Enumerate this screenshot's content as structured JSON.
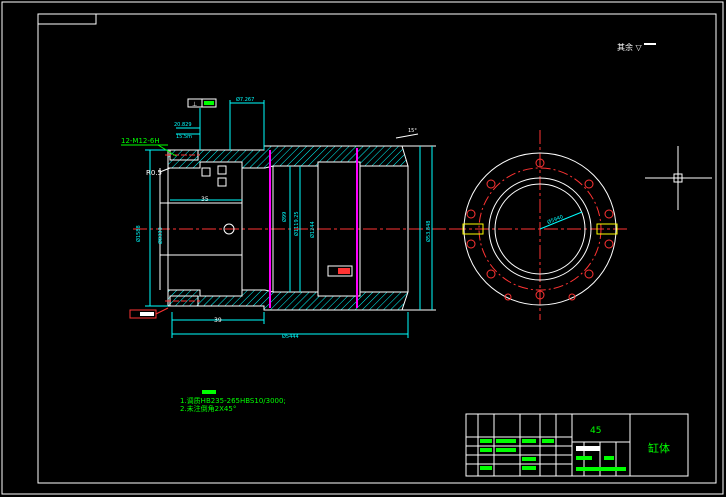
{
  "drawing": {
    "top_right_note": "其余 ▽",
    "thread_label": "12-M12-6H",
    "radius_label": "R0.5",
    "dim_bottom_inner": "39",
    "dim_inner_short": "35",
    "tech_notes": [
      "1.调质HB235-265HBS10/3000;",
      "2.未注倒角2X45°"
    ],
    "title_block": {
      "material": "45",
      "part_name": "缸体"
    }
  }
}
